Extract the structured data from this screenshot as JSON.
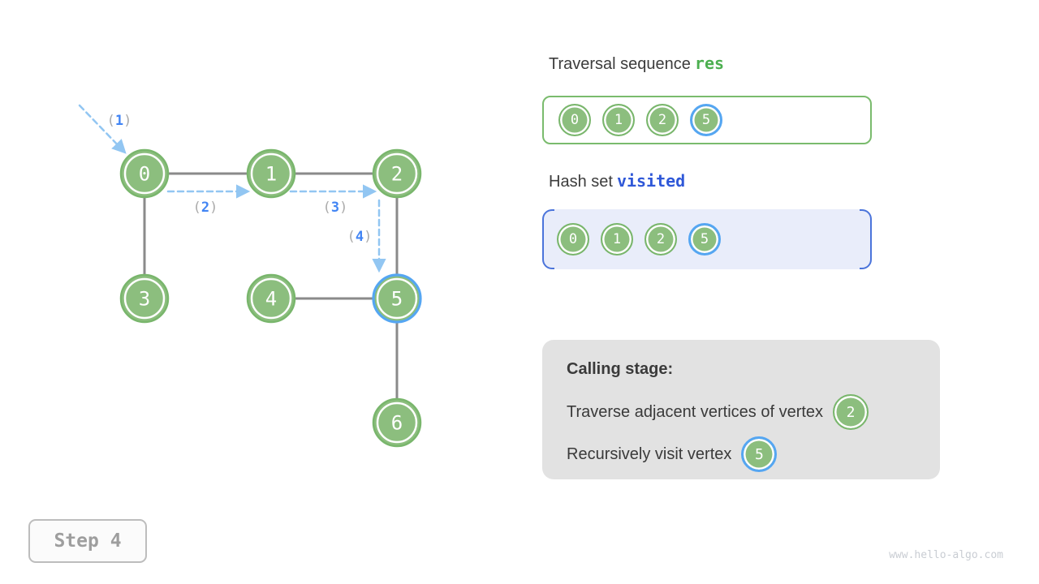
{
  "titles": {
    "res_prefix": "Traversal sequence",
    "res_keyword": "res",
    "visited_prefix": "Hash set",
    "visited_keyword": "visited"
  },
  "graph": {
    "nodes": [
      {
        "id": "0",
        "label": "0",
        "highlighted": false
      },
      {
        "id": "1",
        "label": "1",
        "highlighted": false
      },
      {
        "id": "2",
        "label": "2",
        "highlighted": false
      },
      {
        "id": "3",
        "label": "3",
        "highlighted": false
      },
      {
        "id": "4",
        "label": "4",
        "highlighted": false
      },
      {
        "id": "5",
        "label": "5",
        "highlighted": true
      },
      {
        "id": "6",
        "label": "6",
        "highlighted": false
      }
    ],
    "edges": [
      "0-1",
      "1-2",
      "0-3",
      "2-5",
      "4-5",
      "5-6"
    ],
    "arrow_labels": [
      {
        "open": "(",
        "number": "1",
        "close": ")"
      },
      {
        "open": "(",
        "number": "2",
        "close": ")"
      },
      {
        "open": "(",
        "number": "3",
        "close": ")"
      },
      {
        "open": "(",
        "number": "4",
        "close": ")"
      }
    ]
  },
  "res_box": {
    "items": [
      {
        "label": "0",
        "highlighted": false
      },
      {
        "label": "1",
        "highlighted": false
      },
      {
        "label": "2",
        "highlighted": false
      },
      {
        "label": "5",
        "highlighted": true
      }
    ]
  },
  "visited_box": {
    "items": [
      {
        "label": "0",
        "highlighted": false
      },
      {
        "label": "1",
        "highlighted": false
      },
      {
        "label": "2",
        "highlighted": false
      },
      {
        "label": "5",
        "highlighted": true
      }
    ]
  },
  "calling_stage": {
    "title": "Calling stage:",
    "lines": [
      {
        "text": "Traverse adjacent vertices of vertex",
        "vertex": "2",
        "highlighted": false
      },
      {
        "text": "Recursively visit vertex",
        "vertex": "5",
        "highlighted": true
      }
    ]
  },
  "step_badge": {
    "label": "Step 4"
  },
  "watermark": {
    "text": "www.hello-algo.com"
  },
  "colors": {
    "node_green": "#8cbe7e",
    "node_border_green": "#79b66c",
    "highlight_blue": "#55a6f2",
    "edge_gray": "#8a8a8a",
    "arrow_blue": "#92c6f2",
    "arrow_label_number_blue": "#4285f4",
    "arrow_label_paren_gray": "#ababab",
    "res_keyword_green": "#4caf50",
    "visited_keyword_blue": "#2f58d8",
    "visited_box_bg": "#e9edfa",
    "visited_box_bracket_blue": "#4b74db",
    "res_box_border_green": "#7abb6d",
    "calling_box_bg": "#e2e2e2"
  }
}
